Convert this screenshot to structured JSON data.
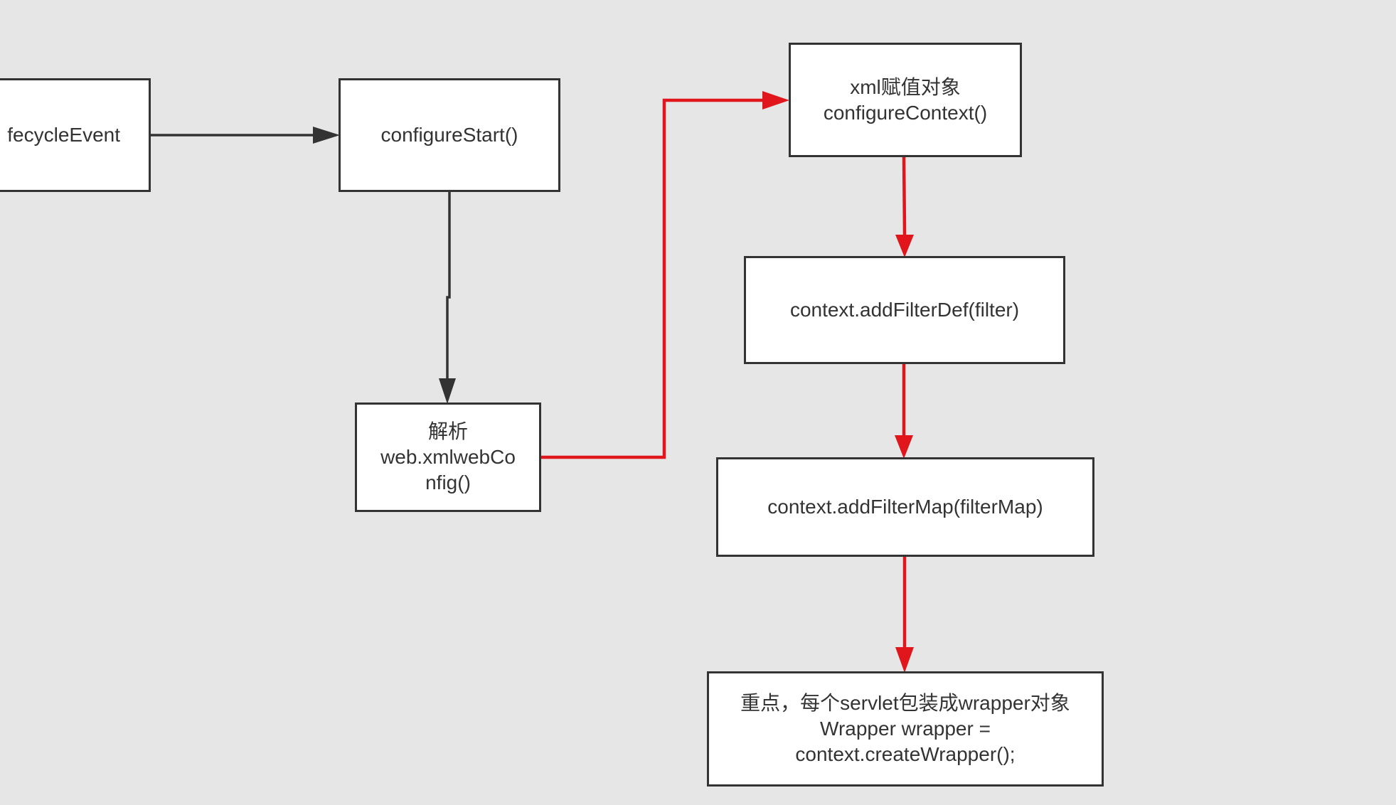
{
  "diagram": {
    "colors": {
      "background": "#e6e6e6",
      "box_fill": "#ffffff",
      "box_border": "#333333",
      "text": "#333333",
      "edge_default": "#333333",
      "edge_highlight": "#e0161c"
    },
    "nodes": {
      "lifecycle": {
        "label": "fecycleEvent"
      },
      "configure_start": {
        "label": "configureStart()"
      },
      "parse_web_xml": {
        "label": "解析\nweb.xmlwebCo\nnfig()"
      },
      "configure_context": {
        "label": "xml赋值对象\nconfigureContext()"
      },
      "add_filter_def": {
        "label": "context.addFilterDef(filter)"
      },
      "add_filter_map": {
        "label": "context.addFilterMap(filterMap)"
      },
      "create_wrapper": {
        "label": "重点，每个servlet包装成wrapper对象\nWrapper wrapper =\ncontext.createWrapper();"
      }
    },
    "edges": [
      {
        "from": "lifecycle",
        "to": "configure_start",
        "highlight": false
      },
      {
        "from": "configure_start",
        "to": "parse_web_xml",
        "highlight": false
      },
      {
        "from": "parse_web_xml",
        "to": "configure_context",
        "highlight": true
      },
      {
        "from": "configure_context",
        "to": "add_filter_def",
        "highlight": true
      },
      {
        "from": "add_filter_def",
        "to": "add_filter_map",
        "highlight": true
      },
      {
        "from": "add_filter_map",
        "to": "create_wrapper",
        "highlight": true
      }
    ]
  }
}
